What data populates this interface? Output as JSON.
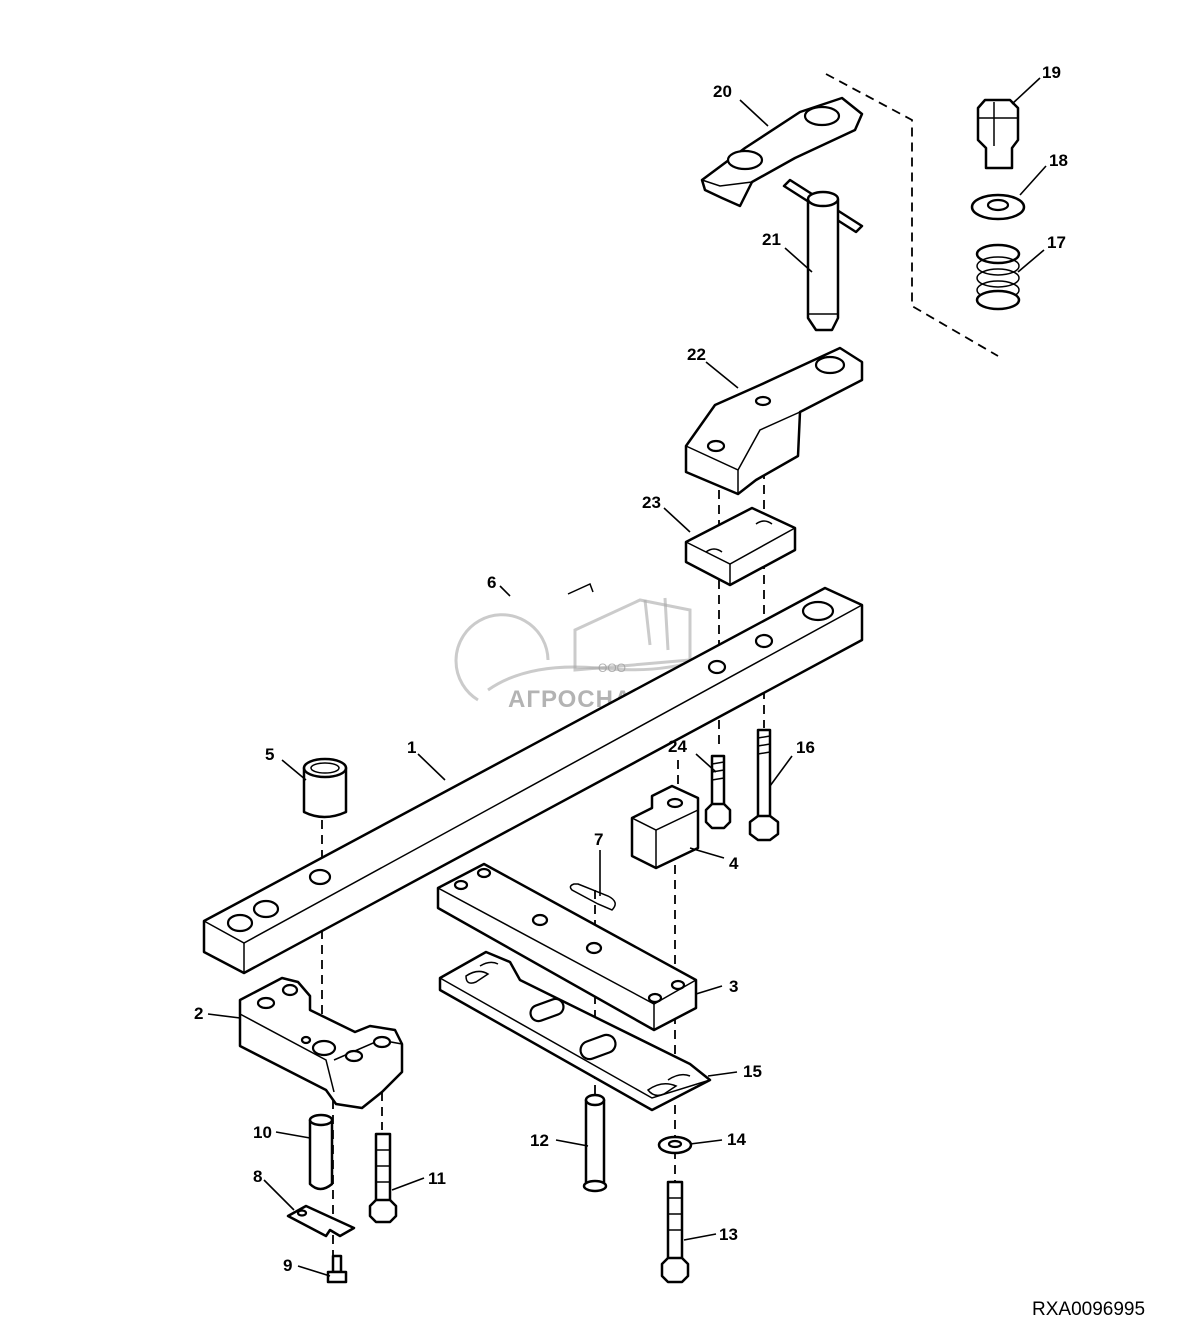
{
  "figure_id": "RXA0096995",
  "watermark": {
    "company_prefix": "ООО",
    "company_name": "АГРОСНАБ"
  },
  "callouts": {
    "c1": "1",
    "c2": "2",
    "c3": "3",
    "c4": "4",
    "c5": "5",
    "c6": "6",
    "c7": "7",
    "c8": "8",
    "c9": "9",
    "c10": "10",
    "c11": "11",
    "c12": "12",
    "c13": "13",
    "c14": "14",
    "c15": "15",
    "c16": "16",
    "c17": "17",
    "c18": "18",
    "c19": "19",
    "c20": "20",
    "c21": "21",
    "c22": "22",
    "c23": "23",
    "c24": "24"
  }
}
